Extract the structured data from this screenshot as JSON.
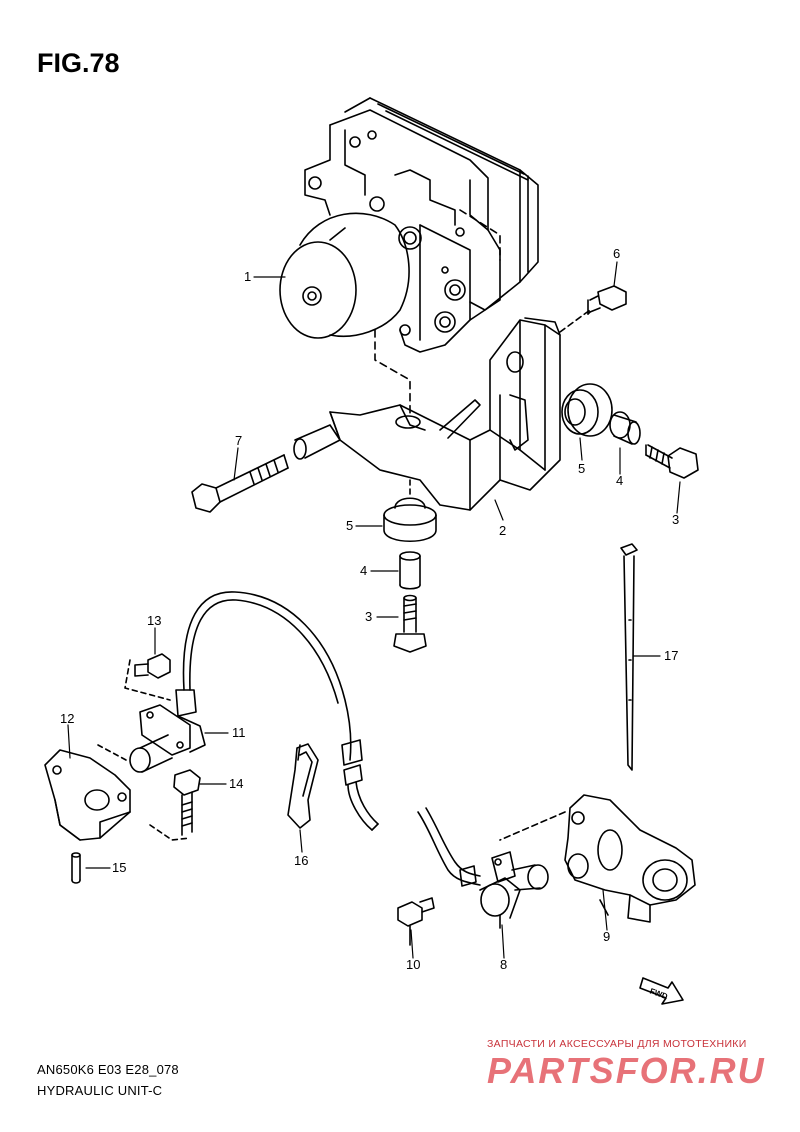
{
  "figure": {
    "title": "FIG.78",
    "model_code": "AN650K6 E03 E28_078",
    "section_name": "HYDRAULIC UNIT-C",
    "fwd_label": "FWD"
  },
  "callouts": [
    "1",
    "2",
    "3",
    "3",
    "4",
    "4",
    "5",
    "5",
    "6",
    "7",
    "8",
    "9",
    "10",
    "11",
    "12",
    "13",
    "14",
    "15",
    "16",
    "17"
  ],
  "watermark": {
    "tagline": "ЗАПЧАСТИ И АКСЕССУАРЫ ДЛЯ МОТОТЕХНИКИ",
    "brand": "PARTSFOR.RU"
  }
}
